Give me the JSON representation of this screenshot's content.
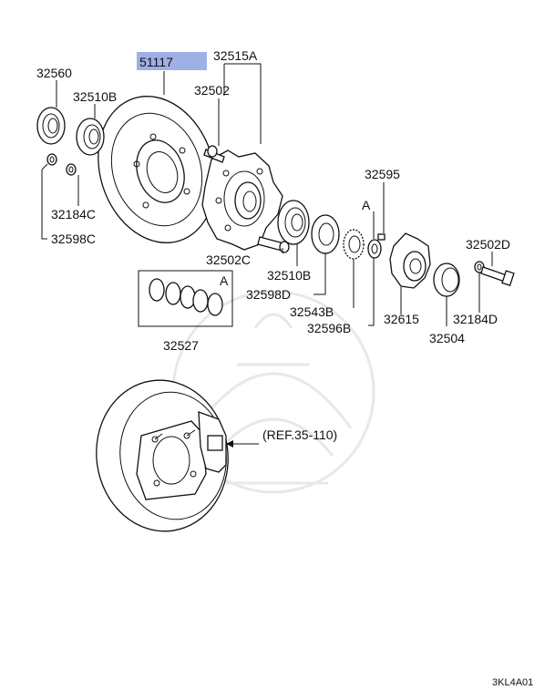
{
  "highlight_color": "#9eb0e6",
  "labels": {
    "p51117": "51117",
    "p32515A": "32515A",
    "p32560": "32560",
    "p32510B_top": "32510B",
    "p32502": "32502",
    "p32184C": "32184C",
    "p32598C": "32598C",
    "p32595": "32595",
    "marker_A1": "A",
    "p32502D": "32502D",
    "p32502C": "32502C",
    "p32510B_mid": "32510B",
    "p32598D": "32598D",
    "marker_A2": "A",
    "p32543B": "32543B",
    "p32596B": "32596B",
    "p32615": "32615",
    "p32184D": "32184D",
    "p32504": "32504",
    "p32527": "32527",
    "ref": "(REF.35-110)",
    "diagram_code": "3KL4A01"
  }
}
